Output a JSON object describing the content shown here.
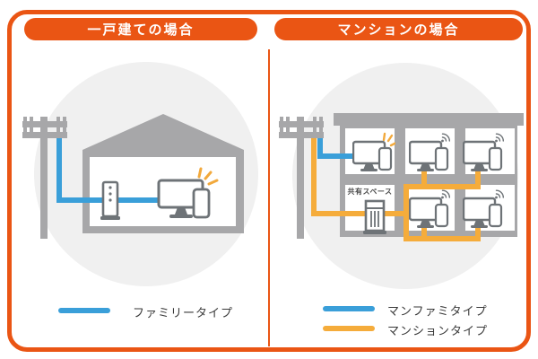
{
  "panels": {
    "left": {
      "title": "一戸建ての場合"
    },
    "right": {
      "title": "マンションの場合",
      "shared_space_label": "共有スペース"
    }
  },
  "legends": {
    "left": [
      {
        "label": "ファミリータイプ",
        "color": "#3A9FD9"
      }
    ],
    "right": [
      {
        "label": "マンファミタイプ",
        "color": "#3A9FD9"
      },
      {
        "label": "マンションタイプ",
        "color": "#F5AC3B"
      }
    ]
  },
  "colors": {
    "accent_orange": "#EA5514",
    "line_blue": "#3A9FD9",
    "line_orange": "#F5AC3B",
    "building_gray": "#A7A7A9",
    "device_gray": "#6E7377",
    "sparkle_orange": "#F2A93C",
    "circle_gray": "#F0F0F0"
  },
  "icons": {
    "utility_pole": "utility-pole",
    "monitor_phone": "desktop-and-smartphone",
    "sparkle": "connection-sparkle",
    "wifi": "wifi-arcs",
    "onu": "onu-router-box",
    "server": "shared-space-equipment-rack"
  }
}
